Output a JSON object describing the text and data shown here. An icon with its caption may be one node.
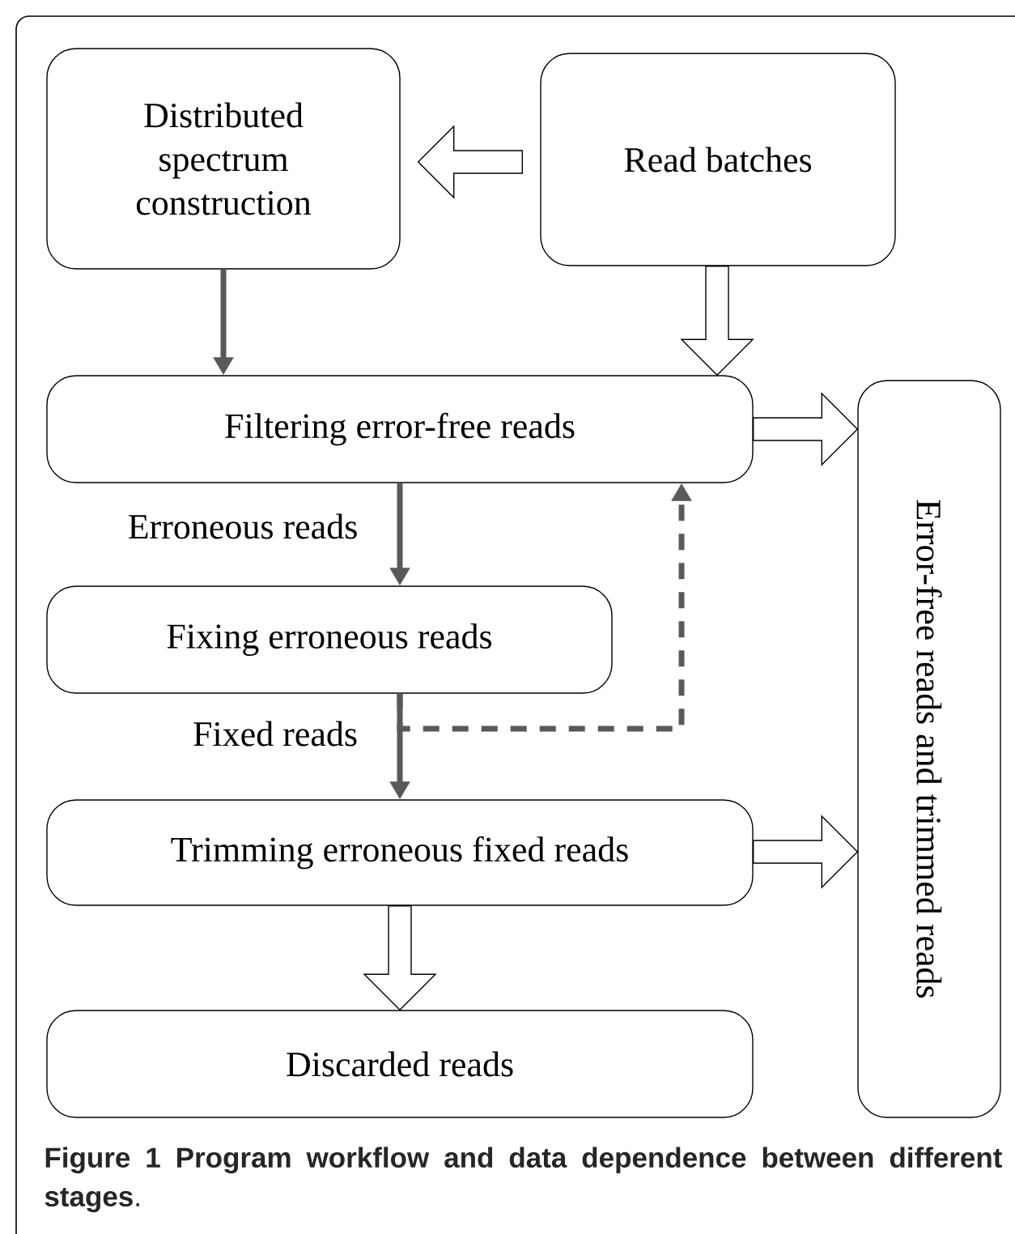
{
  "diagram": {
    "caption": "**Figure 1 Program workflow and data dependence between different stages**.",
    "nodes": [
      {
        "text": [
          "Distributed spectrum construction"
        ]
      },
      {
        "text": [
          "Read batches"
        ]
      },
      {
        "text": [
          "Filtering error-free reads"
        ]
      },
      {
        "text": [
          "Error-free reads and trimmed reads"
        ]
      },
      {
        "text": [
          "Fixing erroneous reads"
        ]
      },
      {
        "text": [
          "Trimming erroneous fixed reads"
        ]
      },
      {
        "text": [
          "Discarded reads"
        ]
      }
    ],
    "edges": [
      {
        "from": 1,
        "to": 0,
        "arrow": "to"
      },
      {
        "from": 0,
        "to": 2,
        "arrow": "to",
        "color": "#595959"
      },
      {
        "from": 1,
        "to": 2,
        "arrow": "to"
      },
      {
        "from": 2,
        "to": 3,
        "arrow": "to"
      },
      {
        "from": 2,
        "to": 4,
        "arrow": "to",
        "color": "#595959",
        "label": "Erroneous reads"
      },
      {
        "from": 4,
        "to": 5,
        "arrow": "to",
        "color": "#595959",
        "label": "Fixed reads"
      },
      {
        "from": 4,
        "to": 2,
        "arrow": "to",
        "style": "dashed",
        "color": "#595959"
      },
      {
        "from": 5,
        "to": 3,
        "arrow": "to"
      },
      {
        "from": 5,
        "to": 6,
        "arrow": "to"
      }
    ]
  }
}
